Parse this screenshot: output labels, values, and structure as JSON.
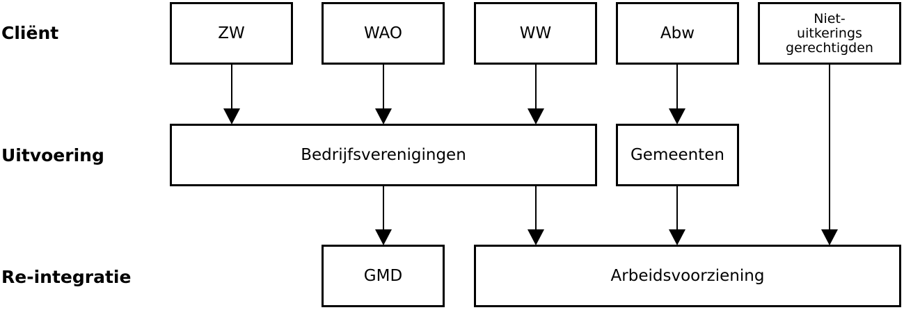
{
  "rows": {
    "client": "Cliënt",
    "execution": "Uitvoering",
    "reintegration": "Re-integratie"
  },
  "client_boxes": {
    "zw": "ZW",
    "wao": "WAO",
    "ww": "WW",
    "abw": "Abw",
    "niet_line1": "Niet-",
    "niet_line2": "uitkerings",
    "niet_line3": "gerechtigden"
  },
  "execution_boxes": {
    "bedrijfsverenigingen": "Bedrijfsverenigingen",
    "gemeenten": "Gemeenten"
  },
  "reintegration_boxes": {
    "gmd": "GMD",
    "arbeidsvoorziening": "Arbeidsvoorziening"
  }
}
